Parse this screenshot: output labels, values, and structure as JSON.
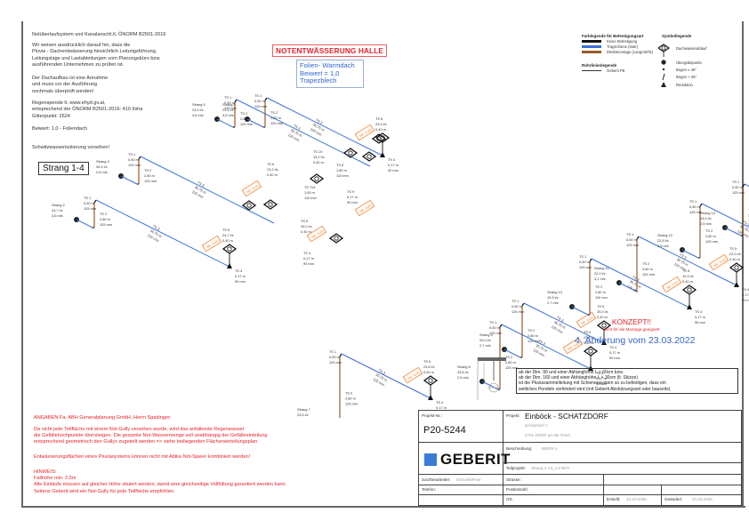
{
  "header_notes": {
    "line1": "Notüberlaufsystem und Kanalanschl.lt. ÖNORM B2501-2016",
    "para1": [
      "Wir weisen ausdrücklich darauf hin, dass die",
      "Pluvia - Dachentwässerung hinsichtlich Leitungsführung,",
      "Leitungslage und Lastableitungen vom Planungsbüro bzw.",
      "ausführenden Unternehmen zu prüfen ist."
    ],
    "para2": [
      "Der Dachaufbau ist eine Annahme",
      "und muss vor der Ausführung",
      "nochmals überprüft werden!"
    ],
    "para3": [
      "Regenspende lt. www.ehyd.gv.at,",
      "entsprechend der ÖNORM B2501-2016: 410  l/sha",
      "Gitterpunkt: 2624"
    ],
    "beiwert": "Beiwert:  1,0 - Foliendach",
    "schwitz": "Schwitzwasserisolierung vorsehen!"
  },
  "strang_label": "Strang 1-4",
  "title": "NOTENTWÄSSERUNG HALLE",
  "roof_box": [
    "Folien- Warmdach",
    "Beiwert = 1,0",
    "Trapezblech"
  ],
  "legend": {
    "fix_title": "Farblegende für Befestigungsart",
    "fix_items": [
      {
        "label": "Keine Befestigung",
        "color": "#111111"
      },
      {
        "label": "Tragschiene (starr)",
        "color": "#3a6fd8"
      },
      {
        "label": "Direktmontage (Langrohrfix)",
        "color": "#9a5a28"
      }
    ],
    "pipe_title": "Rohrlinienlegende",
    "pipe_items": [
      {
        "label": "Geberit PE"
      }
    ],
    "symbol_title": "Symbollegende",
    "symbol_items": [
      {
        "label": "Dachwasserablauf",
        "icon": "roof-drain-icon"
      },
      {
        "label": "Übergabepunkt",
        "icon": "transfer-point-icon"
      },
      {
        "label": "Bogen ≤ 45°",
        "icon": "bend-45-icon"
      },
      {
        "label": "Bogen > 45°",
        "icon": "bend-gt45-icon"
      },
      {
        "label": "Reduktion",
        "icon": "reduction-icon"
      }
    ]
  },
  "strangs": [
    {
      "name": "Strang 1",
      "flow": "24,7 l/s",
      "vel": "3,5 m/s"
    },
    {
      "name": "Strang 2",
      "flow": "24,7 l/s",
      "vel": "3,5 m/s"
    },
    {
      "name": "Strang 3",
      "flow": "26,4 l/s",
      "vel": "2,6 m/s"
    },
    {
      "name": "Strang 4",
      "flow": "26,4 l/s",
      "vel": "2,6 m/s"
    },
    {
      "name": "Strang 5",
      "flow": "23,4 l/s",
      "vel": "3,5 m/s"
    },
    {
      "name": "Strang 7",
      "flow": "23,6 l/s",
      "vel": "2,5 m/s"
    },
    {
      "name": "Strang 8",
      "flow": "23,8 l/s",
      "vel": "2,5 m/s"
    },
    {
      "name": "Strang 9",
      "flow": "20,0 l/s",
      "vel": "2,7 m/s"
    },
    {
      "name": "Strang 10",
      "flow": "19,3 l/s",
      "vel": "2,7 m/s"
    },
    {
      "name": "Strang 11",
      "flow": "22,0 l/s",
      "vel": "3,1 m/s"
    },
    {
      "name": "Strang 12",
      "flow": "22,8 l/s",
      "vel": "3,5 m/s"
    },
    {
      "name": "Strang 13",
      "flow": "24,0 l/s",
      "vel": "2,5 m/s"
    }
  ],
  "labels": {
    "ts1": [
      "TS 1",
      "0,50 m",
      "125 mm"
    ],
    "ts2": [
      "TS 2",
      "2,80 m",
      "125 mm"
    ],
    "ts2b": [
      "TS 2",
      "2,80 m",
      "110 mm"
    ],
    "ts3": [
      "TS 3",
      "35,75 m",
      "125 mm"
    ],
    "ts4": [
      "TS 4",
      "0,17 m",
      "90 mm"
    ],
    "ts5a": [
      "TS 5",
      "24,7 l/s",
      "0,40 m"
    ],
    "ts5b": [
      "TS 5",
      "23,4 l/s",
      "0,40 m"
    ],
    "ts5c": [
      "TS 5",
      "23,8 l/s",
      "0,40 m"
    ],
    "ts5d": [
      "TS 5",
      "20,0 l/s",
      "0,40 m"
    ],
    "ts5e": [
      "TS 5",
      "22,0 l/s",
      "0,40 m"
    ],
    "ts5f": [
      "TS 5",
      "23,8 l/s",
      "0,40 m"
    ],
    "ts5g": [
      "TS 5",
      "24,0 l/s",
      "0,40 m"
    ],
    "ts5h": [
      "TS 5",
      "19,3 l/s",
      "0,40 m"
    ],
    "ts7x3": [
      "TS 7x3",
      "1,00 m",
      "110 mm"
    ],
    "ts8": [
      "TS 8",
      "1,80 m",
      "110 mm"
    ],
    "ts9": [
      "TS 9",
      "0,17 m",
      "90 mm"
    ],
    "ts6": [
      "TS 6",
      "13,2 l/s",
      "0,40 m"
    ],
    "ts10": [
      "TS 10",
      "13,2 l/s",
      "0,40 m"
    ],
    "nb_tag": "NB- Gully"
  },
  "konzept": {
    "title": "KONZEPT!!",
    "sub": "nicht für die Montage geeignet!"
  },
  "revision": "4. Änderung vom 23.03.2022",
  "info_box": [
    "ab der Dim. 90 und einer Abhänghöhe L > 60cm bzw.",
    "ab der Dim. 160 und einer Abhänghöhe L > 30cm (lt. Skizze)",
    "ist die Pluviasammelleitung mit Schienensystem so zu befestigen, dass ein",
    "seitliches Pendeln verhindert wird (mit Geberit Abstützungsset oder bauseits)"
  ],
  "angaben": "ANGABEN Fa. ABH Generalplanung GmbH, Herrn Spadinger:",
  "red_para1": [
    "Da nicht jede Teilfläche mit einem Not-Gully versehen wurde, wird das anfallende Regenwasser",
    "die Gefällehochpunkte übersteigen. Die gesamte Not-Wassermenge soll unabhängig der Gefälleeinteilung",
    "entsprechend geometrisch den Gullys zugeteilt werden => siehe beiliegenden Flächeneinteilungsplan"
  ],
  "red_para2": "Entwässerungsflächen eines Pluviasystems  können nicht mit Attika Not-Speier kombiniert werden!",
  "hinweis": [
    "HINWEIS:",
    "Fallhöhe  min.  2,5m",
    "Alle Einläufe müssen auf gleicher Höhe situiert werden, damit eine gleichzeitige Vollfüllung garantiert werden kann.",
    "Seitens Geberit wird ein Not-Gully für jede Teilfläche empfohlen."
  ],
  "title_block": {
    "projekt_nr_label": "Projekt-Nr.:",
    "projekt_nr": "P20-5244",
    "projekt_label": "Projekt:",
    "projekt": "Einböck  -  SCHATZDORF",
    "addr1": "Schatzdorf 7",
    "addr2": "4751 DORF an der Pram",
    "brand": "GEBERIT",
    "beschreibung_label": "Beschreibung:",
    "beschreibung": "WERK II",
    "teilprojekt_label": "Teilprojekt:",
    "teilprojekt": "Strang 1-13_A4-NOT",
    "sachbearbeiter_label": "Sachbearbeiter:",
    "sachbearbeiter": "Schrank/Peer",
    "strasse_label": "Strasse:",
    "telefon_label": "Telefon:",
    "postleitzahl_label": "Postleitzahl:",
    "ort_label": "Ort:",
    "erstellt_label": "Erstellt:",
    "erstellt": "12.10.2020",
    "geaendert_label": "Geändert:",
    "geaendert": "23.03.2022"
  },
  "colors": {
    "pipe_blue": "#3a6fd8",
    "pipe_brown": "#9a5a28",
    "red": "#e8202a",
    "orange_tag": "#f08a3c",
    "geberit_blue": "#3a7bd5"
  }
}
